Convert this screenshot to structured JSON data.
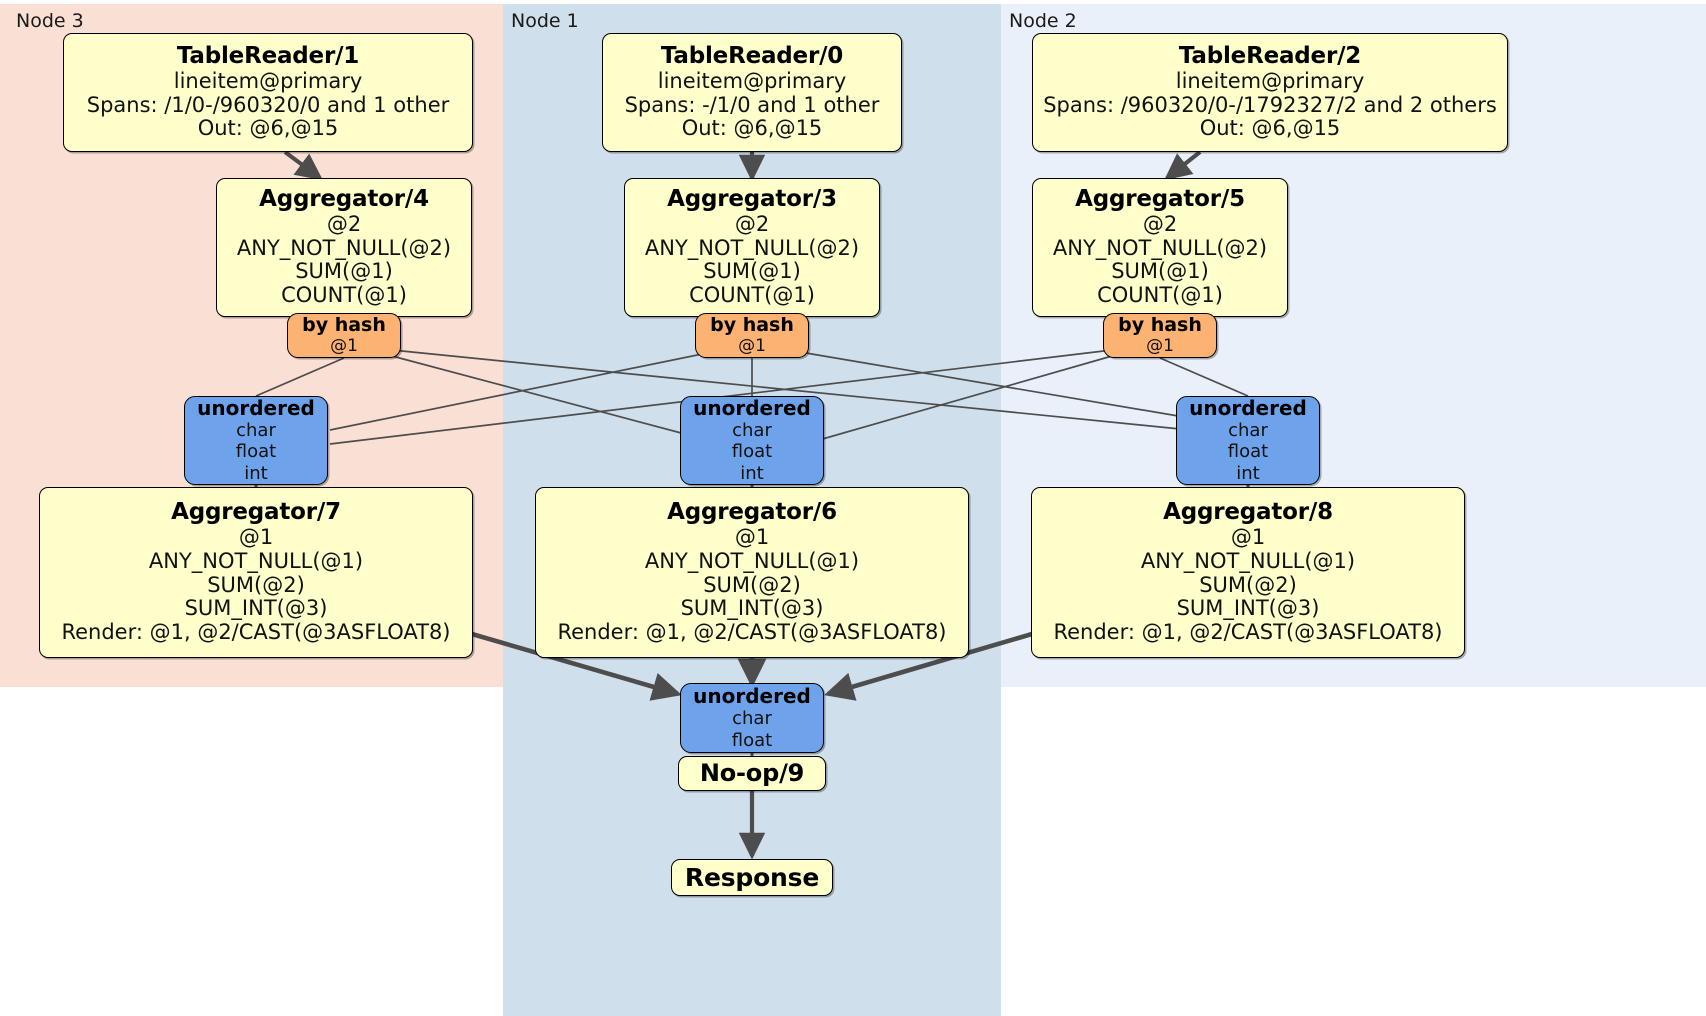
{
  "diagram": {
    "type": "distributed-query-plan",
    "title": "Distributed SQL physical plan",
    "colors": {
      "node3_panel": "#fae0d4",
      "node1_panel": "#cfdfeb",
      "node2_panel": "#eaf0fa",
      "processor_box": "#ffffcc",
      "hash_router": "#fbb273",
      "unordered_router": "#6ea3ec",
      "edge": "#4d4d4d",
      "stroke": "#000000"
    }
  },
  "panels": [
    {
      "id": "node3",
      "label": "Node 3",
      "color": "#fae0d4"
    },
    {
      "id": "node1",
      "label": "Node 1",
      "color": "#cfdfeb"
    },
    {
      "id": "node2",
      "label": "Node 2",
      "color": "#eaf0fa"
    }
  ],
  "processors": {
    "table_reader_1": {
      "title": "TableReader/1",
      "lines": [
        "lineitem@primary",
        "Spans: /1/0-/960320/0 and 1 other",
        "Out: @6,@15"
      ]
    },
    "table_reader_0": {
      "title": "TableReader/0",
      "lines": [
        "lineitem@primary",
        "Spans: -/1/0 and 1 other",
        "Out: @6,@15"
      ]
    },
    "table_reader_2": {
      "title": "TableReader/2",
      "lines": [
        "lineitem@primary",
        "Spans: /960320/0-/1792327/2 and 2 others",
        "Out: @6,@15"
      ]
    },
    "aggregator_4": {
      "title": "Aggregator/4",
      "lines": [
        "@2",
        "ANY_NOT_NULL(@2)",
        "SUM(@1)",
        "COUNT(@1)"
      ]
    },
    "aggregator_3": {
      "title": "Aggregator/3",
      "lines": [
        "@2",
        "ANY_NOT_NULL(@2)",
        "SUM(@1)",
        "COUNT(@1)"
      ]
    },
    "aggregator_5": {
      "title": "Aggregator/5",
      "lines": [
        "@2",
        "ANY_NOT_NULL(@2)",
        "SUM(@1)",
        "COUNT(@1)"
      ]
    },
    "aggregator_7": {
      "title": "Aggregator/7",
      "lines": [
        "@1",
        "ANY_NOT_NULL(@1)",
        "SUM(@2)",
        "SUM_INT(@3)",
        "Render: @1, @2/CAST(@3ASFLOAT8)"
      ]
    },
    "aggregator_6": {
      "title": "Aggregator/6",
      "lines": [
        "@1",
        "ANY_NOT_NULL(@1)",
        "SUM(@2)",
        "SUM_INT(@3)",
        "Render: @1, @2/CAST(@3ASFLOAT8)"
      ]
    },
    "aggregator_8": {
      "title": "Aggregator/8",
      "lines": [
        "@1",
        "ANY_NOT_NULL(@1)",
        "SUM(@2)",
        "SUM_INT(@3)",
        "Render: @1, @2/CAST(@3ASFLOAT8)"
      ]
    },
    "noop_9": {
      "title": "No-op/9",
      "lines": []
    },
    "response": {
      "title": "Response",
      "lines": []
    }
  },
  "routers": {
    "hash_left": {
      "title": "by hash",
      "lines": [
        "@1"
      ]
    },
    "hash_mid": {
      "title": "by hash",
      "lines": [
        "@1"
      ]
    },
    "hash_right": {
      "title": "by hash",
      "lines": [
        "@1"
      ]
    },
    "unordered_left": {
      "title": "unordered",
      "lines": [
        "char",
        "float",
        "int"
      ]
    },
    "unordered_mid": {
      "title": "unordered",
      "lines": [
        "char",
        "float",
        "int"
      ]
    },
    "unordered_right": {
      "title": "unordered",
      "lines": [
        "char",
        "float",
        "int"
      ]
    },
    "unordered_final": {
      "title": "unordered",
      "lines": [
        "char",
        "float"
      ]
    }
  }
}
